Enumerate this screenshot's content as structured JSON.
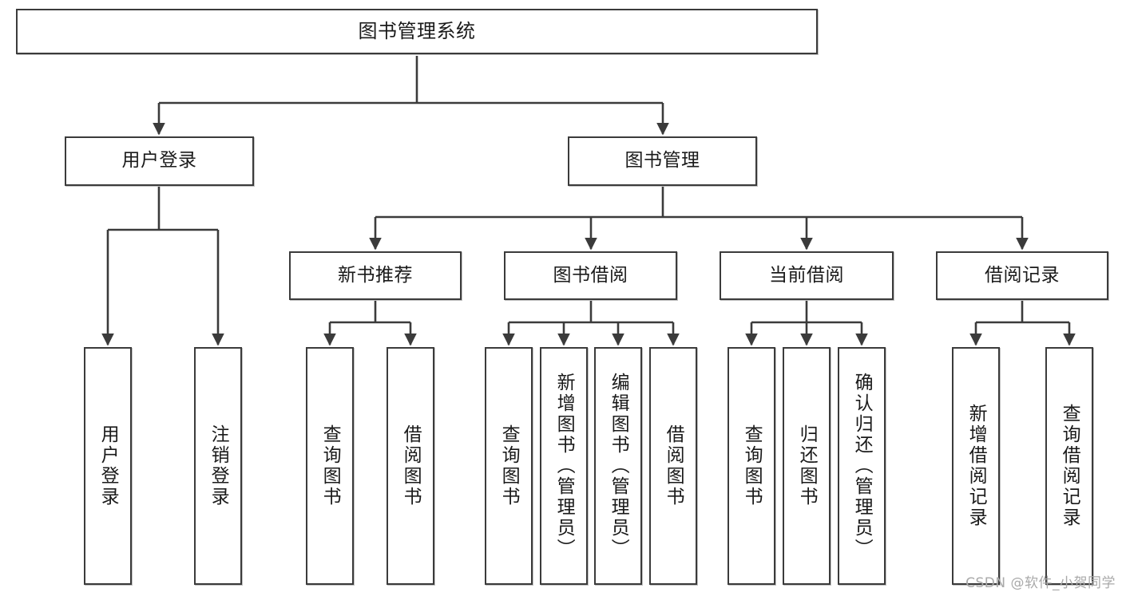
{
  "diagram": {
    "title": "图书管理系统",
    "watermark": "CSDN @软件_小贺同学",
    "line_color": "#3b3b3b",
    "box_border_color": "#3b3b3b",
    "box_fill_color": "#ffffff",
    "text_color": "#1a1a1a",
    "watermark_color": "#a9a9a9"
  },
  "nodes": {
    "root": {
      "label": "图书管理系统"
    },
    "level2": [
      {
        "id": "user-login",
        "label": "用户登录"
      },
      {
        "id": "book-manage",
        "label": "图书管理"
      }
    ],
    "level3": [
      {
        "id": "new-book-recommend",
        "label": "新书推荐"
      },
      {
        "id": "book-borrow",
        "label": "图书借阅"
      },
      {
        "id": "current-borrow",
        "label": "当前借阅"
      },
      {
        "id": "borrow-record",
        "label": "借阅记录"
      }
    ],
    "leaves": {
      "user_login": [
        {
          "id": "leaf-user-login",
          "label": "用户登录"
        },
        {
          "id": "leaf-logout",
          "label": "注销登录"
        }
      ],
      "new_book_recommend": [
        {
          "id": "leaf-query-book-1",
          "label": "查询图书"
        },
        {
          "id": "leaf-borrow-book-1",
          "label": "借阅图书"
        }
      ],
      "book_borrow": [
        {
          "id": "leaf-query-book-2",
          "label": "查询图书"
        },
        {
          "id": "leaf-add-book",
          "label": "新增图书（管理员）"
        },
        {
          "id": "leaf-edit-book",
          "label": "编辑图书（管理员）"
        },
        {
          "id": "leaf-borrow-book-2",
          "label": "借阅图书"
        }
      ],
      "current_borrow": [
        {
          "id": "leaf-query-book-3",
          "label": "查询图书"
        },
        {
          "id": "leaf-return-book",
          "label": "归还图书"
        },
        {
          "id": "leaf-confirm-return",
          "label": "确认归还（管理员）"
        }
      ],
      "borrow_record": [
        {
          "id": "leaf-add-record",
          "label": "新增借阅记录"
        },
        {
          "id": "leaf-query-record",
          "label": "查询借阅记录"
        }
      ]
    }
  },
  "chart_data": {
    "type": "tree-diagram",
    "title": "图书管理系统",
    "orientation": "top-down",
    "levels": 4,
    "tree": {
      "label": "图书管理系统",
      "children": [
        {
          "label": "用户登录",
          "children": [
            {
              "label": "用户登录",
              "children": []
            },
            {
              "label": "注销登录",
              "children": []
            }
          ]
        },
        {
          "label": "图书管理",
          "children": [
            {
              "label": "新书推荐",
              "children": [
                {
                  "label": "查询图书",
                  "children": []
                },
                {
                  "label": "借阅图书",
                  "children": []
                }
              ]
            },
            {
              "label": "图书借阅",
              "children": [
                {
                  "label": "查询图书",
                  "children": []
                },
                {
                  "label": "新增图书（管理员）",
                  "children": []
                },
                {
                  "label": "编辑图书（管理员）",
                  "children": []
                },
                {
                  "label": "借阅图书",
                  "children": []
                }
              ]
            },
            {
              "label": "当前借阅",
              "children": [
                {
                  "label": "查询图书",
                  "children": []
                },
                {
                  "label": "归还图书",
                  "children": []
                },
                {
                  "label": "确认归还（管理员）",
                  "children": []
                }
              ]
            },
            {
              "label": "借阅记录",
              "children": [
                {
                  "label": "新增借阅记录",
                  "children": []
                },
                {
                  "label": "查询借阅记录",
                  "children": []
                }
              ]
            }
          ]
        }
      ]
    }
  }
}
